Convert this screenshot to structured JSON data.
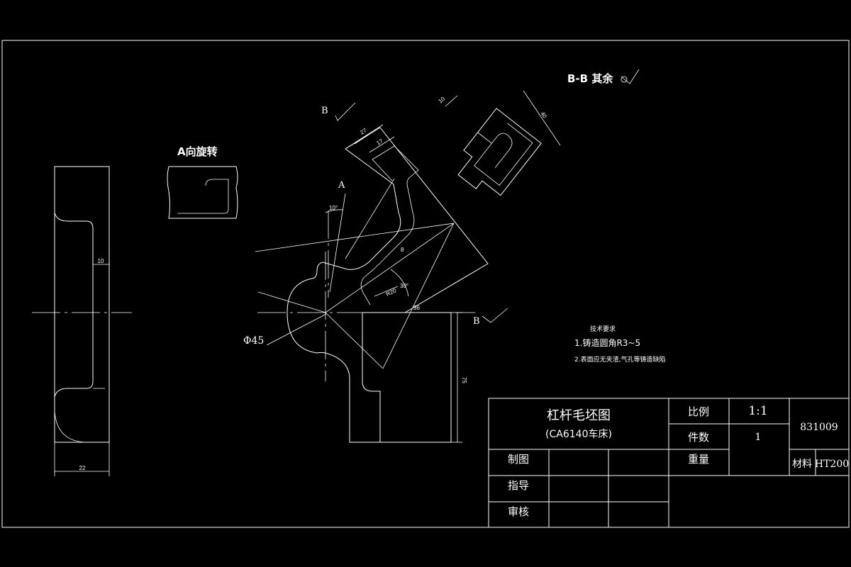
{
  "labels": {
    "a_view": "A向旋转",
    "section_b_left": "B",
    "section_b_right": "B",
    "view_a": "A",
    "bb_note": "B-B 其余",
    "phi": "Φ45",
    "angle10": "10°",
    "angle30": "30°"
  },
  "dims": {
    "d10_left": "10",
    "d22": "22",
    "d27": "27",
    "d17": "17",
    "d8": "8",
    "d36": "36",
    "d10_bb": "10",
    "d40": "40",
    "d75": "75",
    "r20": "R20"
  },
  "tech": {
    "title": "技术要求",
    "items": [
      "1.铸造圆角R3~5",
      "2.表面应无夹渣,气孔等铸造缺陷"
    ]
  },
  "title_block": {
    "name": "杠杆毛坯图",
    "subtitle": "(CA6140车床)",
    "scale_label": "比例",
    "scale_value": "1:1",
    "qty_label": "件数",
    "qty_value": "1",
    "weight_label": "重量",
    "drawing_no": "831009",
    "material_label": "材料",
    "material_value": "HT200",
    "drawn_label": "制图",
    "guide_label": "指导",
    "review_label": "审核"
  },
  "colors": {
    "background": "#000000",
    "lines": "#ffffff"
  }
}
